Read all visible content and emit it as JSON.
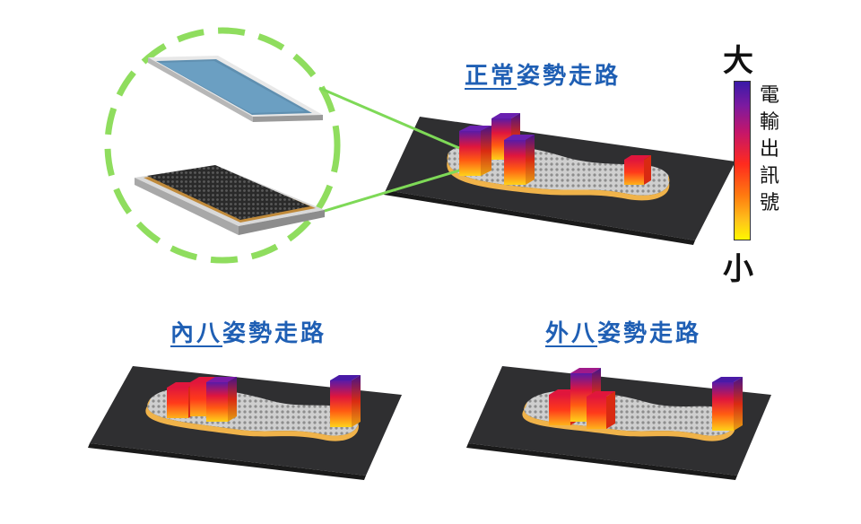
{
  "panels": {
    "normal": {
      "prefix": "正常",
      "suffix": "姿勢走路"
    },
    "in": {
      "prefix": "內八",
      "suffix": "姿勢走路"
    },
    "out": {
      "prefix": "外八",
      "suffix": "姿勢走路"
    }
  },
  "legend": {
    "max_label": "大",
    "min_label": "小",
    "title": "電輸出訊號",
    "colors": [
      "#3a1aa8",
      "#c4166a",
      "#ff2a1e",
      "#ff7a10",
      "#fff700"
    ]
  },
  "colors": {
    "title_blue": "#1f5fb4",
    "board": "#2f2f31",
    "insole_edge": "#f0b34a",
    "callout_green": "#7ed957"
  }
}
